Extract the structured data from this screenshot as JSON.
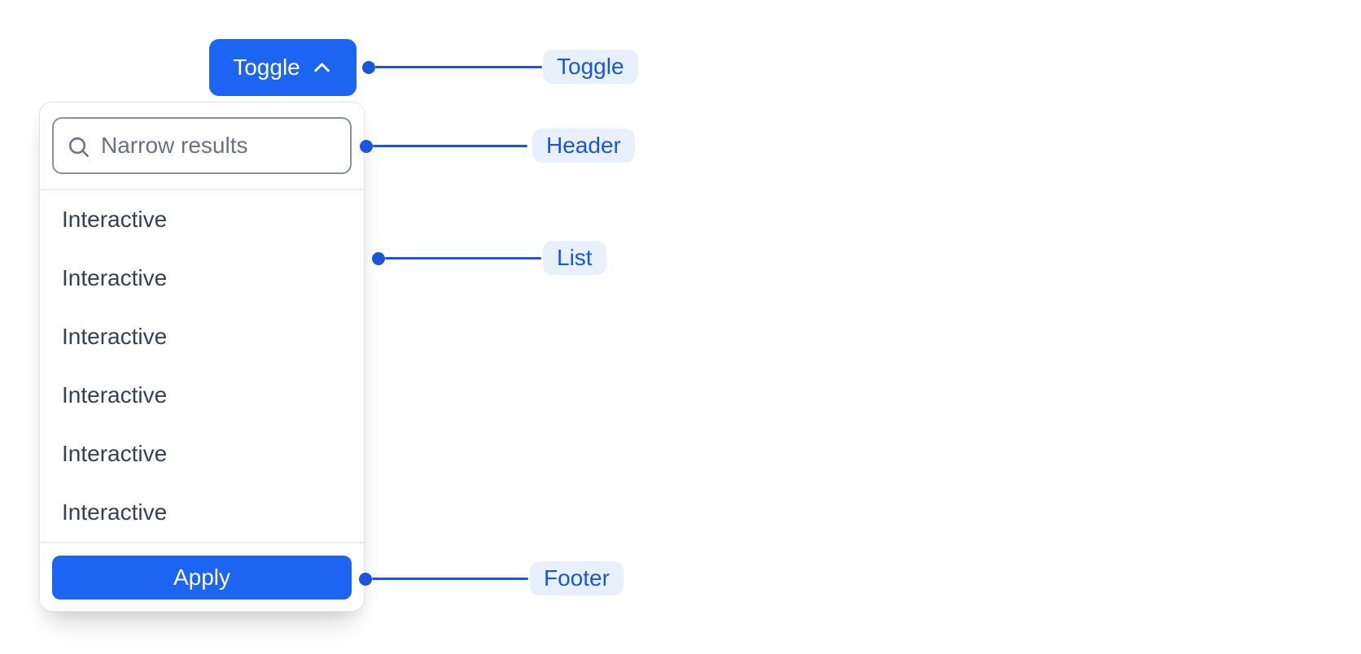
{
  "toggle_button": {
    "label": "Toggle",
    "icon": "chevron-up-icon"
  },
  "dropdown": {
    "header": {
      "search_placeholder": "Narrow results",
      "search_value": "",
      "icon": "search-icon"
    },
    "items": [
      "Interactive",
      "Interactive",
      "Interactive",
      "Interactive",
      "Interactive",
      "Interactive"
    ],
    "footer": {
      "apply_label": "Apply"
    }
  },
  "annotations": {
    "toggle": "Toggle",
    "header": "Header",
    "list": "List",
    "footer": "Footer"
  },
  "colors": {
    "button_background": "#1C64F2",
    "button_text": "#FFFFFF",
    "annotation_accent": "#1A56DB",
    "annotation_pill_background": "#E8F0FE",
    "item_text": "#374151",
    "placeholder_text": "#6B7280",
    "input_border": "#8C929C",
    "panel_border": "#E2E4E8",
    "divider": "#EBEDF0"
  }
}
